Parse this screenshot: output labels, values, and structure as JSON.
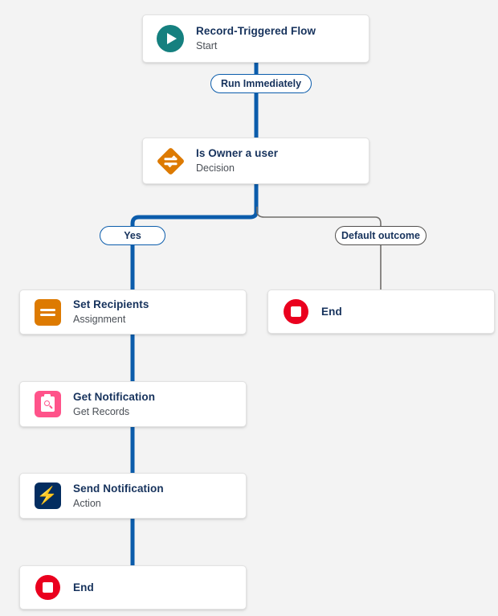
{
  "diagram": {
    "type": "flow-builder-canvas",
    "background_color": "#f3f3f3",
    "accent_blue": "#0b5cab",
    "accent_gray": "#706e6b"
  },
  "nodes": [
    {
      "id": "start",
      "title": "Record-Triggered Flow",
      "subtitle": "Start",
      "icon": "play-circle-icon",
      "icon_color": "#15807f"
    },
    {
      "id": "decision",
      "title": "Is Owner a user",
      "subtitle": "Decision",
      "icon": "decision-diamond-icon",
      "icon_color": "#dd7a01"
    },
    {
      "id": "assignment",
      "title": "Set Recipients",
      "subtitle": "Assignment",
      "icon": "assignment-icon",
      "icon_color": "#dd7a01"
    },
    {
      "id": "get-records",
      "title": "Get Notification",
      "subtitle": "Get Records",
      "icon": "get-records-icon",
      "icon_color": "#ff538a"
    },
    {
      "id": "action",
      "title": "Send Notification",
      "subtitle": "Action",
      "icon": "action-bolt-icon",
      "icon_color": "#032d60"
    },
    {
      "id": "end-left",
      "title": "End",
      "subtitle": "",
      "icon": "end-stop-icon",
      "icon_color": "#ea001e"
    },
    {
      "id": "end-right",
      "title": "End",
      "subtitle": "",
      "icon": "end-stop-icon",
      "icon_color": "#ea001e"
    }
  ],
  "connector_labels": [
    {
      "id": "run-immediately",
      "label": "Run Immediately",
      "style": "blue"
    },
    {
      "id": "yes",
      "label": "Yes",
      "style": "blue"
    },
    {
      "id": "default-outcome",
      "label": "Default outcome",
      "style": "gray"
    }
  ],
  "icons": {
    "bolt_glyph": "⚡"
  }
}
